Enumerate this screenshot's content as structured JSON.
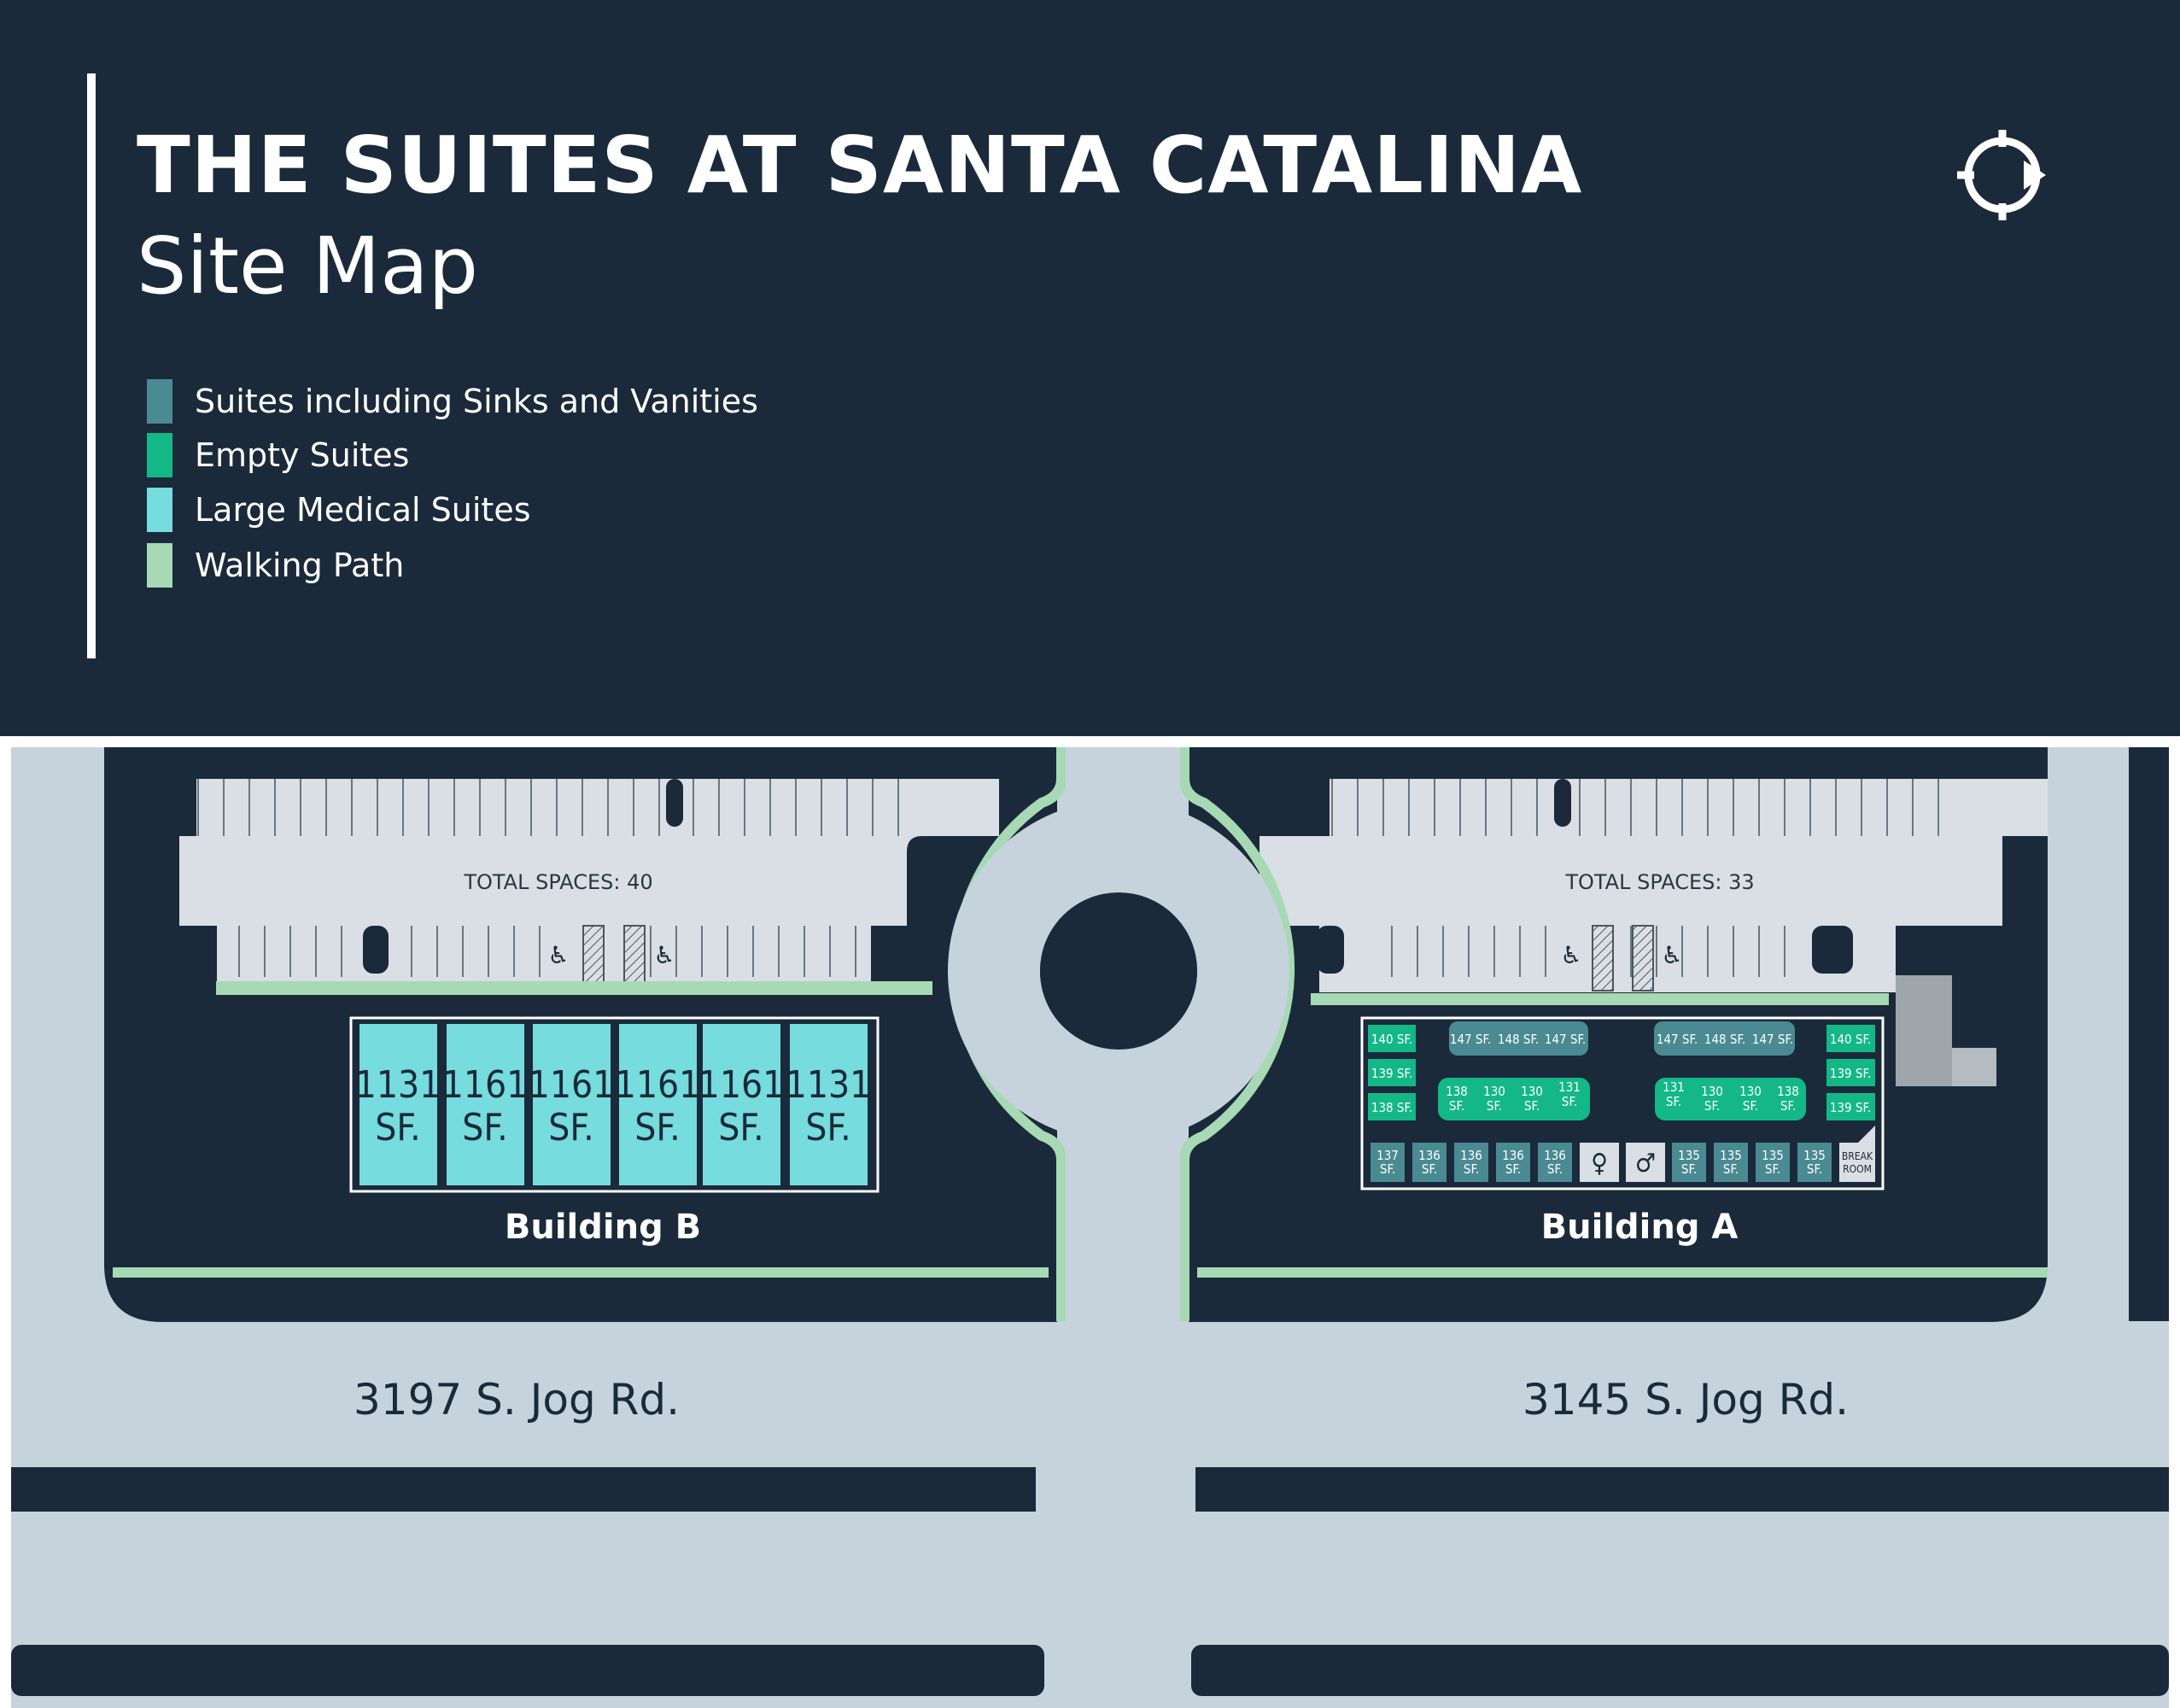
{
  "header": {
    "title": "THE SUITES AT SANTA CATALINA",
    "subtitle": "Site Map"
  },
  "legend": [
    {
      "label": "Suites including Sinks and Vanities",
      "color": "#4a8a92"
    },
    {
      "label": "Empty Suites",
      "color": "#13b886"
    },
    {
      "label": "Large Medical Suites",
      "color": "#76dcdd"
    },
    {
      "label": "Walking Path",
      "color": "#a6d9b4"
    }
  ],
  "colors": {
    "header_bg": "#1a2a3a",
    "ground": "#c6d3dd",
    "lot": "#1a2a3a",
    "walking_path": "#a6d9b4",
    "sink_suite": "#4a8a92",
    "empty_suite": "#13b886",
    "large_suite": "#76dcdd",
    "restroom": "#d9dfe4"
  },
  "compass_icon": "compass-icon",
  "parking": {
    "west_total": "TOTAL SPACES: 40",
    "east_total": "TOTAL SPACES: 33"
  },
  "buildings": {
    "b": {
      "name": "Building B",
      "suites": [
        {
          "size": "1131",
          "unit": "SF."
        },
        {
          "size": "1161",
          "unit": "SF."
        },
        {
          "size": "1161",
          "unit": "SF."
        },
        {
          "size": "1161",
          "unit": "SF."
        },
        {
          "size": "1161",
          "unit": "SF."
        },
        {
          "size": "1131",
          "unit": "SF."
        }
      ]
    },
    "a": {
      "name": "Building A",
      "left_column": [
        "140 SF.",
        "139 SF.",
        "138 SF."
      ],
      "right_column": [
        "140 SF.",
        "139 SF.",
        "139 SF."
      ],
      "top_left_group": [
        "147 SF.",
        "148 SF.",
        "147 SF."
      ],
      "top_right_group": [
        "147 SF.",
        "148 SF.",
        "147 SF."
      ],
      "middle_left_group": [
        {
          "size": "138",
          "unit": "SF."
        },
        {
          "size": "130",
          "unit": "SF."
        },
        {
          "size": "130",
          "unit": "SF."
        },
        {
          "size": "131",
          "unit": "SF."
        }
      ],
      "middle_right_group": [
        {
          "size": "131",
          "unit": "SF."
        },
        {
          "size": "130",
          "unit": "SF."
        },
        {
          "size": "130",
          "unit": "SF."
        },
        {
          "size": "138",
          "unit": "SF."
        }
      ],
      "bottom_left_row": [
        {
          "size": "137",
          "unit": "SF."
        },
        {
          "size": "136",
          "unit": "SF."
        },
        {
          "size": "136",
          "unit": "SF."
        },
        {
          "size": "136",
          "unit": "SF."
        },
        {
          "size": "136",
          "unit": "SF."
        }
      ],
      "bottom_right_row": [
        {
          "size": "135",
          "unit": "SF."
        },
        {
          "size": "135",
          "unit": "SF."
        },
        {
          "size": "135",
          "unit": "SF."
        },
        {
          "size": "135",
          "unit": "SF."
        }
      ],
      "break_room": [
        "BREAK",
        "ROOM"
      ]
    }
  },
  "addresses": {
    "west": "3197 S. Jog Rd.",
    "east": "3145 S. Jog Rd."
  }
}
